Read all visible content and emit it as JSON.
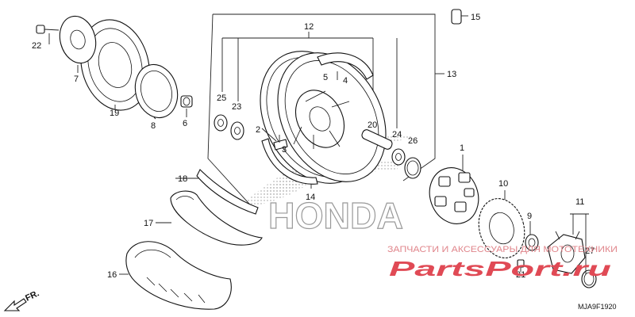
{
  "diagram": {
    "code": "MJA9F1920",
    "front_marker": "FR.",
    "brand_text": "HONDA",
    "watermark": {
      "line1": "ЗАПЧАСТИ И АКСЕССУАРЫ ДЛЯ МОТОТЕХНИКИ",
      "line2": "PartsPort.ru"
    },
    "callouts": {
      "c1": "1",
      "c2": "2",
      "c3": "3",
      "c4": "4",
      "c5": "5",
      "c6": "6",
      "c7": "7",
      "c8": "8",
      "c9": "9",
      "c10": "10",
      "c11": "11",
      "c12": "12",
      "c13": "13",
      "c14": "14",
      "c15": "15",
      "c16": "16",
      "c17": "17",
      "c18": "18",
      "c19": "19",
      "c20": "20",
      "c21": "21",
      "c22": "22",
      "c23": "23",
      "c24": "24",
      "c25": "25",
      "c26": "26",
      "c27": "27"
    }
  }
}
